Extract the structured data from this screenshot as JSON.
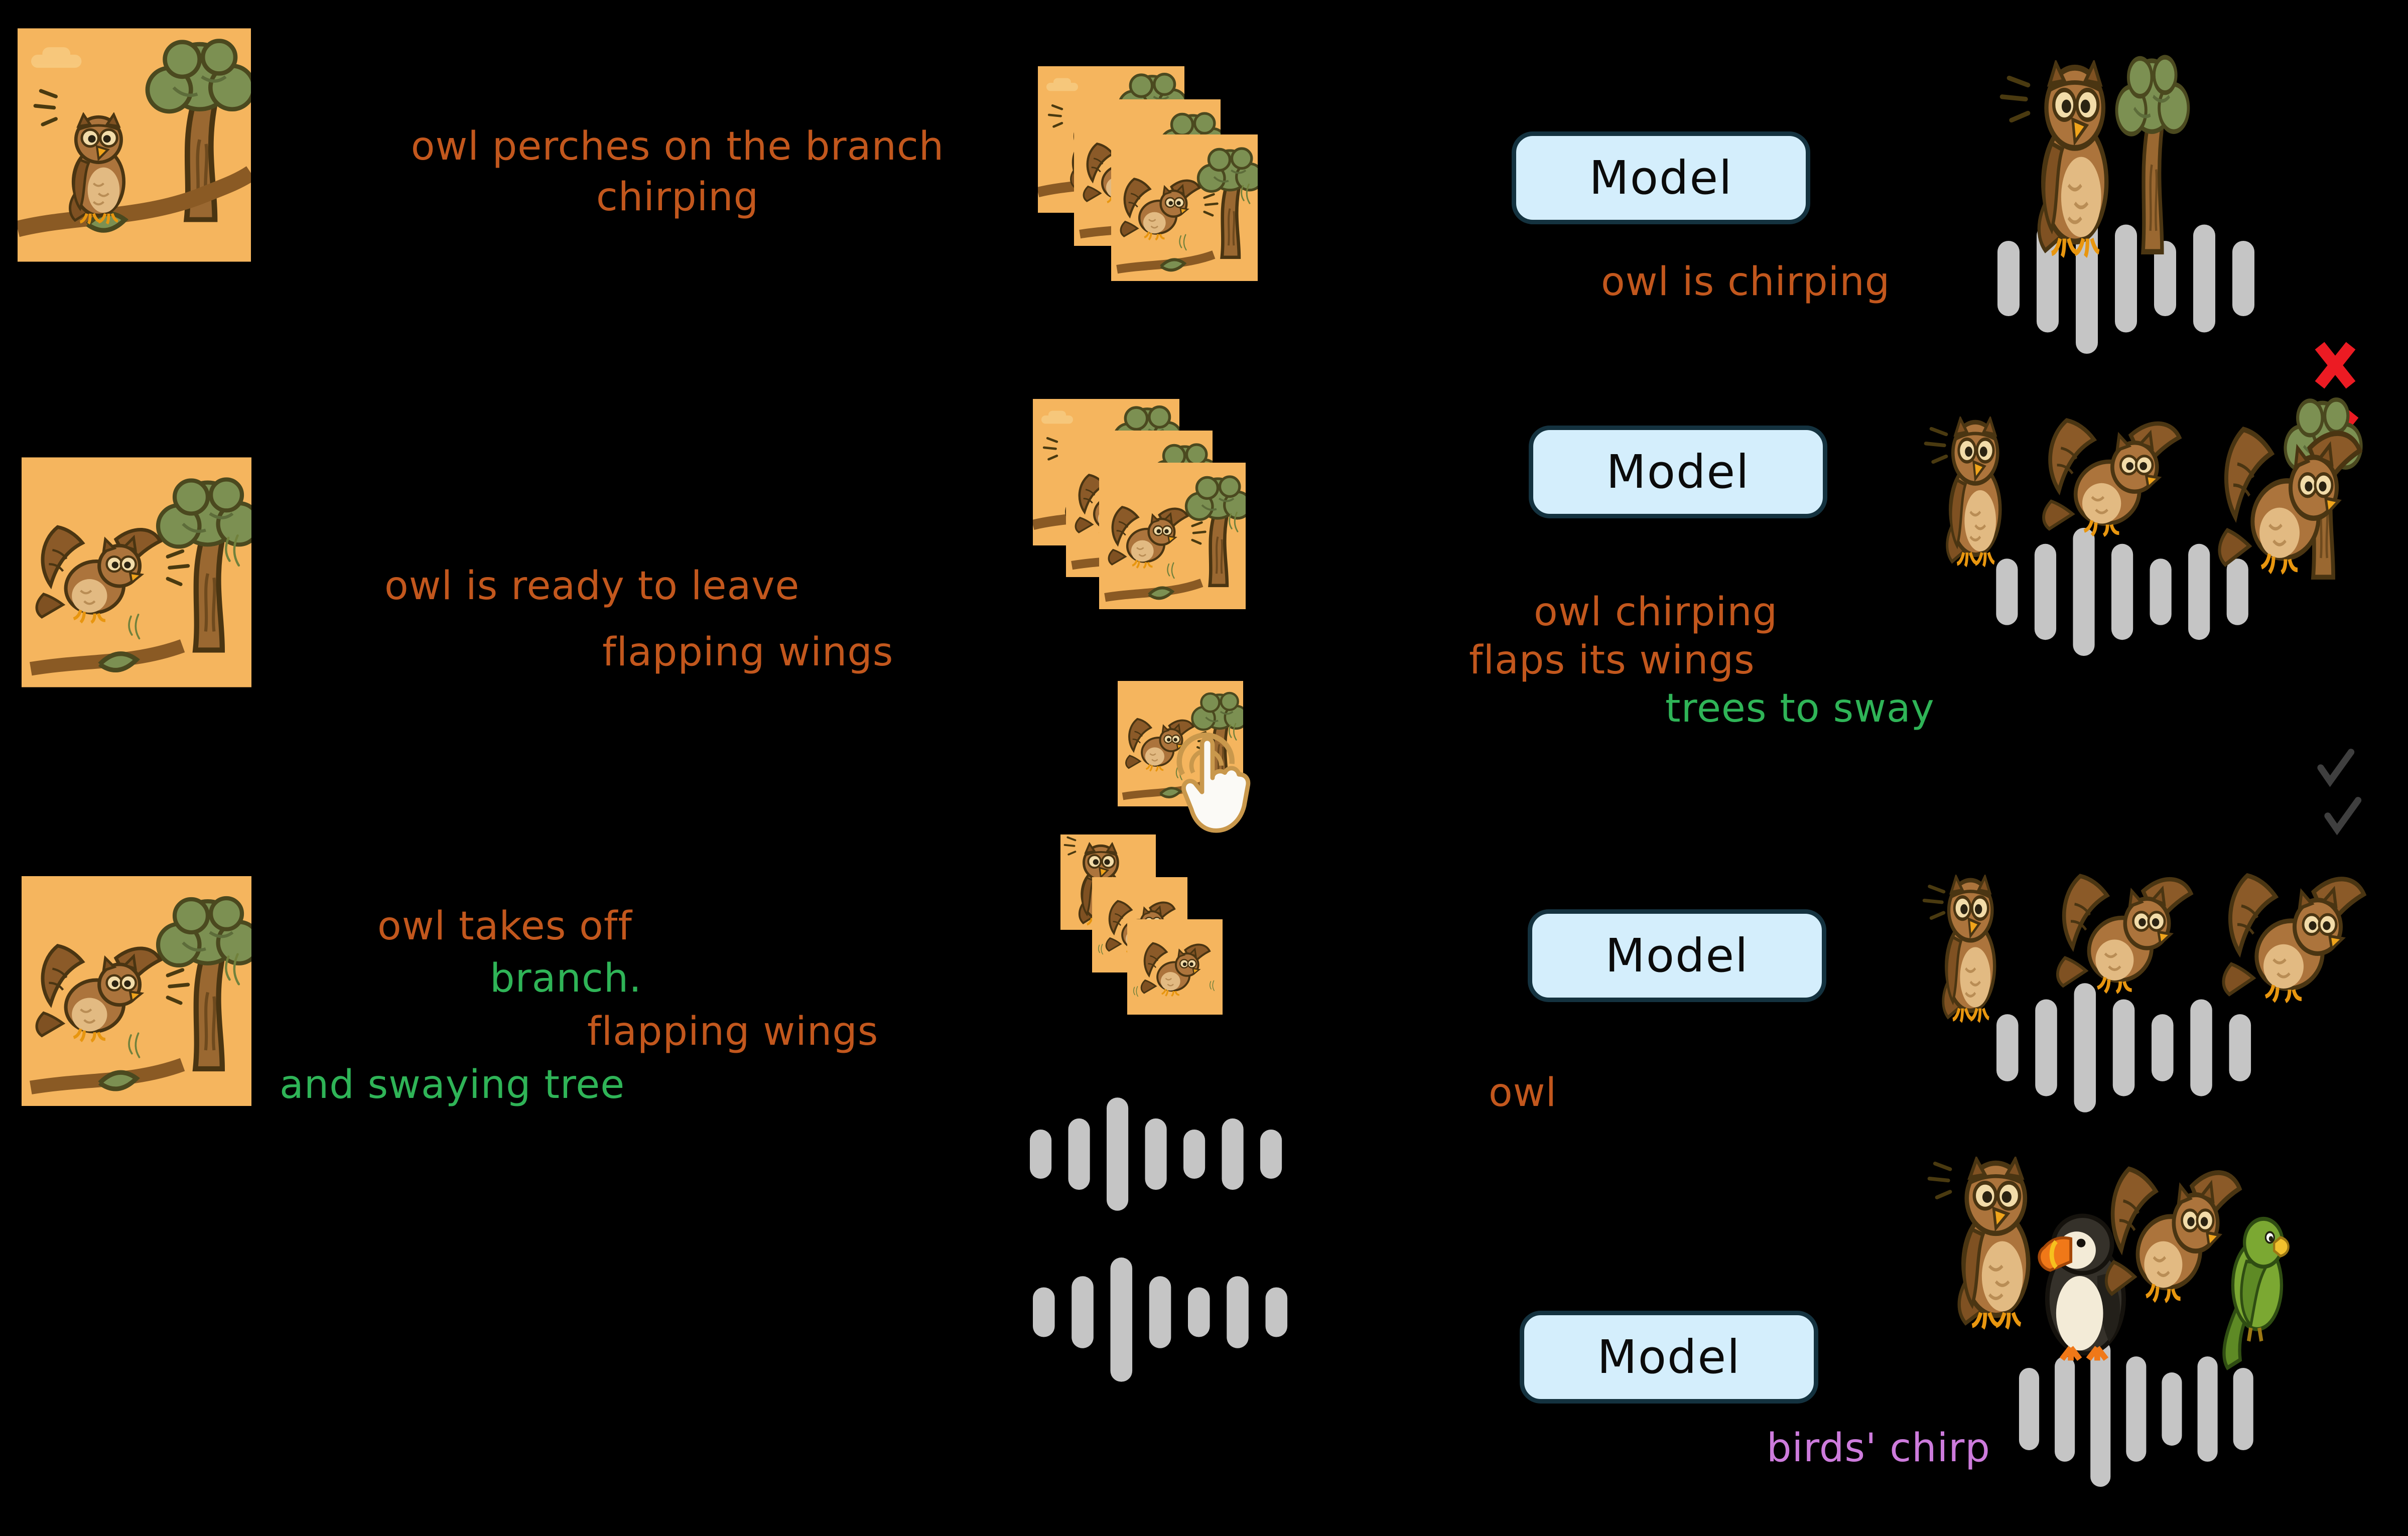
{
  "figure_type": "video-to-audio generation qualitative diagram",
  "model_label": "Model",
  "captions": {
    "r1_in_1": "owl perches on the branch",
    "r1_in_2": "chirping",
    "r2_in_1": "owl is ready to leave",
    "r2_in_2": "flapping wings",
    "r3_in_1": "owl takes off",
    "r3_in_2": "branch.",
    "r3_in_3": "flapping wings",
    "r3_in_4": "and swaying tree",
    "r1_out": "owl is chirping",
    "r2_out_1": "owl chirping",
    "r2_out_2": "flaps its wings",
    "r2_out_3": "trees to sway",
    "r3_out": "owl",
    "r4_out": "birds' chirp"
  },
  "marks": {
    "row1_fail_count": 2,
    "row2_pass_count": 2
  },
  "icons": {
    "fail": "cross-icon",
    "pass": "check-icon",
    "tap": "tap-cursor-icon",
    "waveform": "waveform-icon",
    "frames": "video-frame-stack"
  },
  "colors": {
    "background": "#000000",
    "caption_orange": "#C2571D",
    "caption_green": "#2FB457",
    "caption_purple": "#CD7BDC",
    "model_fill": "#D4EEFC",
    "model_border": "#14323F",
    "frame_orange": "#F5B55E",
    "audio_bar_gray": "#C5C5C5",
    "cross_red": "#EC1B23",
    "check_gray": "#3F3F3F"
  }
}
